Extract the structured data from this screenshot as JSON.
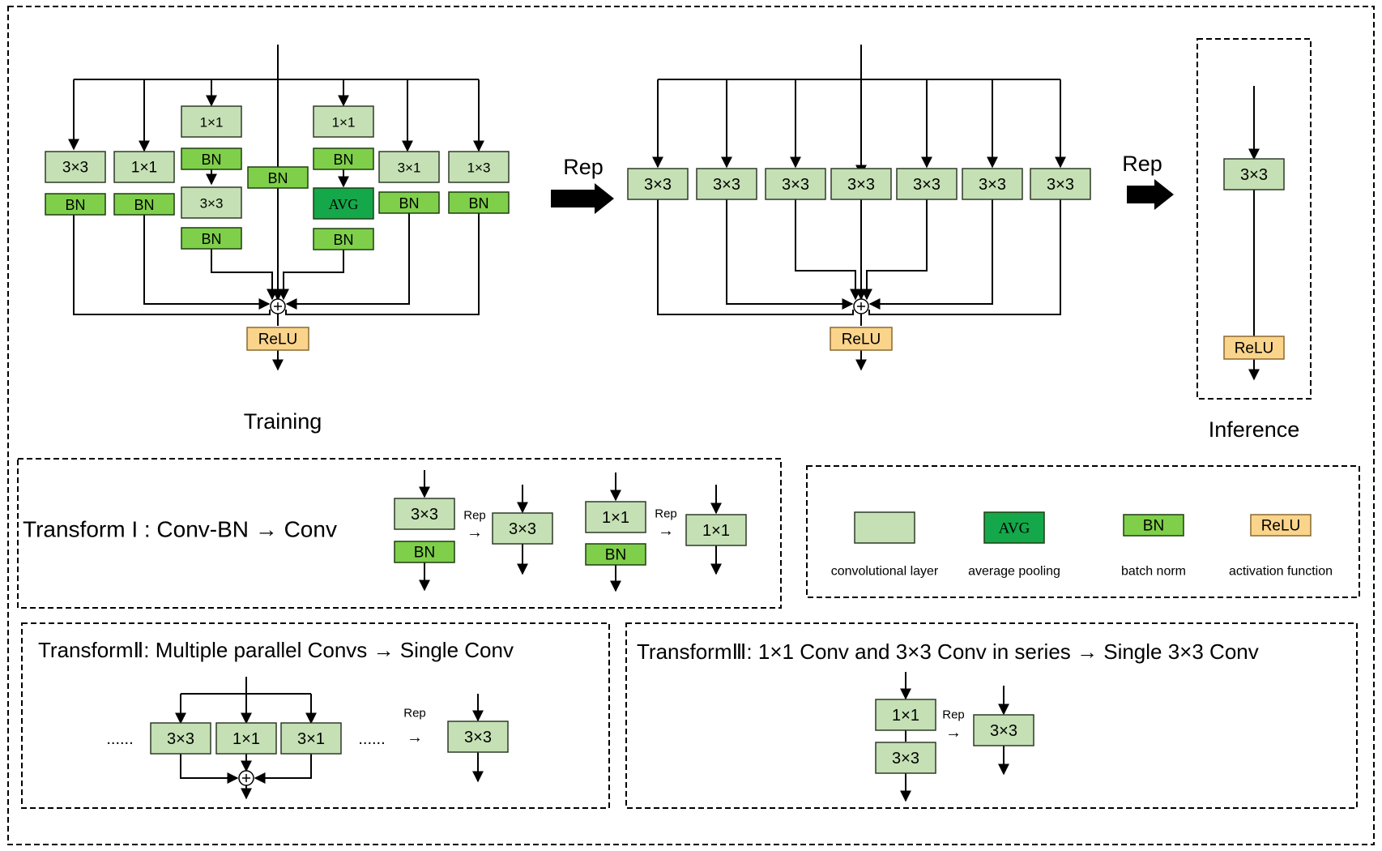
{
  "colors": {
    "conv": "#c5e0b4",
    "conv_stroke": "#2f3a2a",
    "bn": "#7fcf4a",
    "avg": "#14a84a",
    "relu": "#fbd48c",
    "line": "#000000"
  },
  "labels": {
    "k3x3": "3×3",
    "k1x1": "1×1",
    "k3x1": "3×1",
    "k1x3": "1×3",
    "bn": "BN",
    "avg": "AVG",
    "relu": "ReLU",
    "rep": "Rep",
    "plus": "+",
    "dots": "......"
  },
  "captions": {
    "training": "Training",
    "inference": "Inference"
  },
  "transforms": {
    "t1": "Transform I : Conv-BN → Conv",
    "t2": "TransformⅡ: Multiple parallel  Convs → Single Conv",
    "t3": "TransformⅢ: 1×1 Conv and 3×3 Conv in series → Single 3×3 Conv",
    "arrow": "→"
  },
  "legend": [
    {
      "icon": "conv",
      "label": "convolutional layer"
    },
    {
      "icon": "avg",
      "label": "average pooling",
      "icon_text": "AVG"
    },
    {
      "icon": "bn",
      "label": "batch norm",
      "icon_text": "BN"
    },
    {
      "icon": "relu",
      "label": "activation function",
      "icon_text": "ReLU"
    }
  ]
}
